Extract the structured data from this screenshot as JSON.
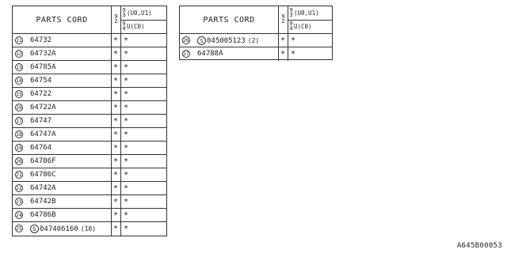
{
  "table_left": {
    "header": {
      "title": "PARTS CORD",
      "frac_left_top": "9",
      "frac_left_bot": "2",
      "frac_mid_top": "9",
      "frac_mid_bot": "3",
      "frac_mid2_top": "9",
      "frac_mid2_bot": "4",
      "model_top": "(U0,U1)",
      "model_bot": "U(C0)"
    },
    "rows": [
      {
        "idx": "11",
        "part": "64732",
        "std": "",
        "qty": "",
        "c1": "*",
        "c2": "*"
      },
      {
        "idx": "12",
        "part": "64732A",
        "std": "",
        "qty": "",
        "c1": "*",
        "c2": "*"
      },
      {
        "idx": "13",
        "part": "64785A",
        "std": "",
        "qty": "",
        "c1": "*",
        "c2": "*"
      },
      {
        "idx": "14",
        "part": "64754",
        "std": "",
        "qty": "",
        "c1": "*",
        "c2": "*"
      },
      {
        "idx": "15",
        "part": "64722",
        "std": "",
        "qty": "",
        "c1": "*",
        "c2": "*"
      },
      {
        "idx": "16",
        "part": "64722A",
        "std": "",
        "qty": "",
        "c1": "*",
        "c2": "*"
      },
      {
        "idx": "17",
        "part": "64747",
        "std": "",
        "qty": "",
        "c1": "*",
        "c2": "*"
      },
      {
        "idx": "18",
        "part": "64747A",
        "std": "",
        "qty": "",
        "c1": "*",
        "c2": "*"
      },
      {
        "idx": "19",
        "part": "64764",
        "std": "",
        "qty": "",
        "c1": "*",
        "c2": "*"
      },
      {
        "idx": "20",
        "part": "64786F",
        "std": "",
        "qty": "",
        "c1": "*",
        "c2": "*"
      },
      {
        "idx": "21",
        "part": "64786C",
        "std": "",
        "qty": "",
        "c1": "*",
        "c2": "*"
      },
      {
        "idx": "22",
        "part": "64742A",
        "std": "",
        "qty": "",
        "c1": "*",
        "c2": "*"
      },
      {
        "idx": "23",
        "part": "64742B",
        "std": "",
        "qty": "",
        "c1": "*",
        "c2": "*"
      },
      {
        "idx": "24",
        "part": "64786B",
        "std": "",
        "qty": "",
        "c1": "*",
        "c2": "*"
      },
      {
        "idx": "25",
        "part": "047406160",
        "std": "S",
        "qty": "(10)",
        "c1": "*",
        "c2": "*"
      }
    ]
  },
  "table_right": {
    "header": {
      "title": "PARTS CORD",
      "frac_left_top": "9",
      "frac_left_bot": "2",
      "frac_mid_top": "9",
      "frac_mid_bot": "3",
      "frac_mid2_top": "9",
      "frac_mid2_bot": "4",
      "model_top": "(U0,U1)",
      "model_bot": "U(C0)"
    },
    "rows": [
      {
        "idx": "26",
        "part": "045005123",
        "std": "S",
        "qty": "(2)",
        "c1": "*",
        "c2": "*"
      },
      {
        "idx": "27",
        "part": "64788A",
        "std": "",
        "qty": "",
        "c1": "*",
        "c2": "*"
      }
    ]
  },
  "diagram_code": "A645B00053"
}
